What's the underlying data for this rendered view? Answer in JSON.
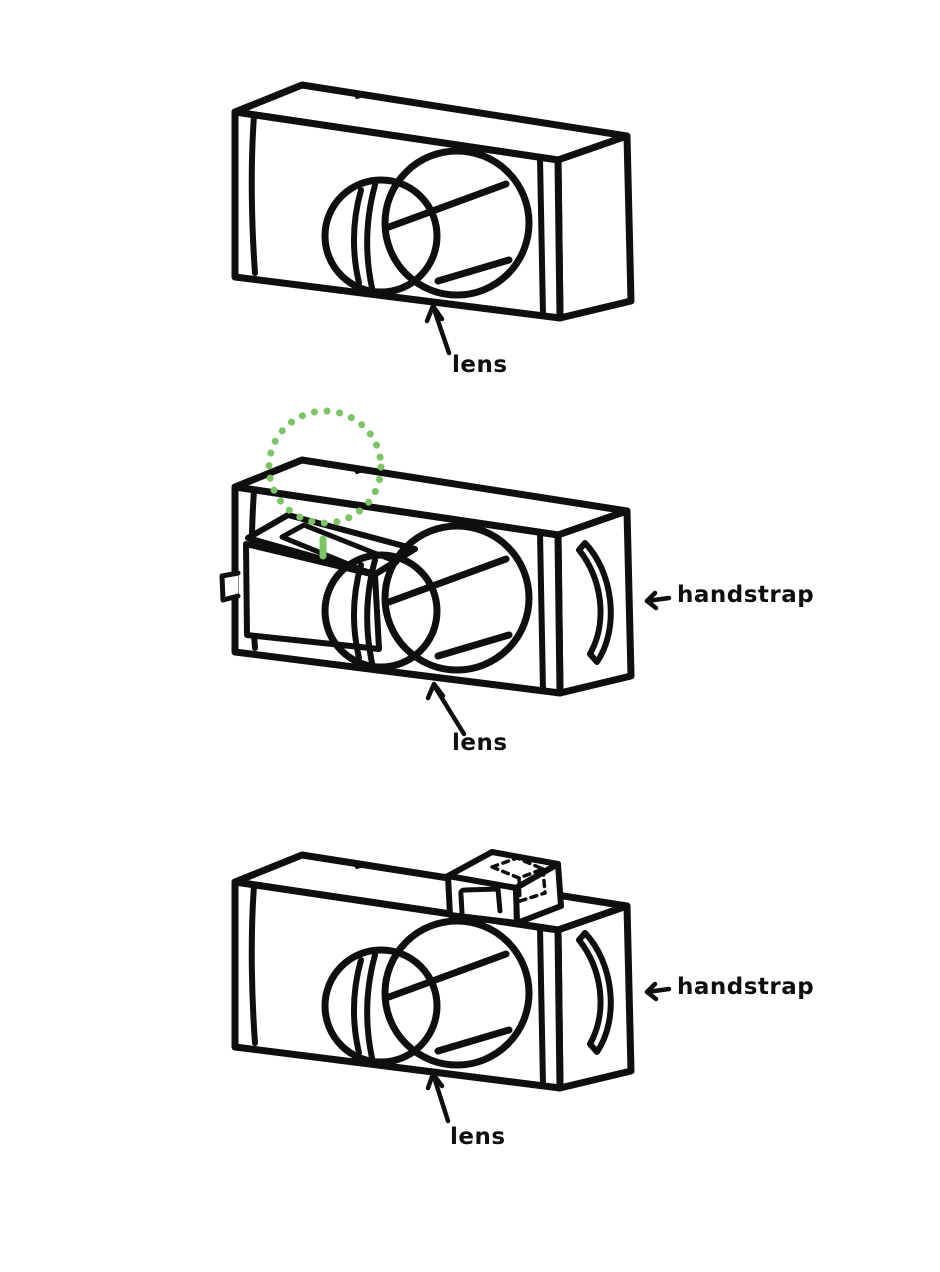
{
  "colors": {
    "ink": "#0f0f0f",
    "accent_green": "#7cc464",
    "background": "#ffffff"
  },
  "labels": {
    "panel1_lens": "lens",
    "panel2_lens": "lens",
    "panel2_handstrap": "handstrap",
    "panel3_lens": "lens",
    "panel3_handstrap": "handstrap"
  }
}
